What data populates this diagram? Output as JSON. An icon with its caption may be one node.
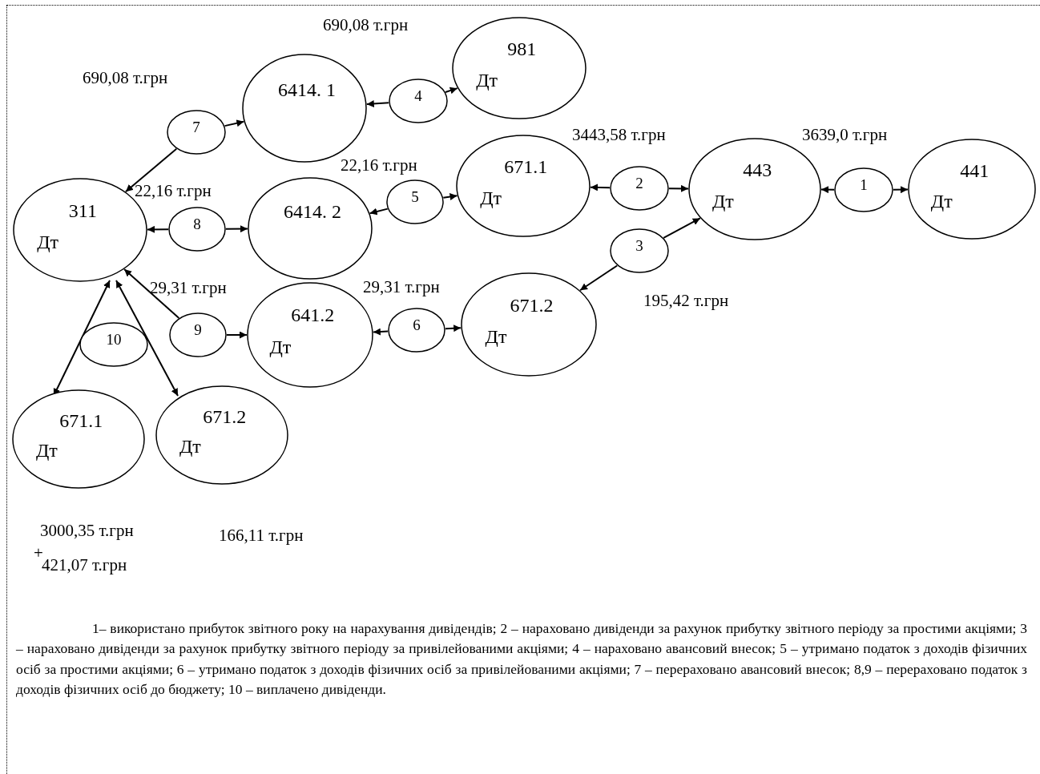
{
  "diagram": {
    "nodes": [
      {
        "text": [
          "981",
          "Дт"
        ]
      },
      {
        "text": [
          "7"
        ]
      },
      {
        "text": [
          "6414. 1"
        ]
      },
      {
        "text": [
          "4"
        ]
      },
      {
        "text": [
          "311",
          "Дт"
        ]
      },
      {
        "text": [
          "8"
        ]
      },
      {
        "text": [
          "6414. 2"
        ]
      },
      {
        "text": [
          "5"
        ]
      },
      {
        "text": [
          "671.1",
          "Дт"
        ]
      },
      {
        "text": [
          "2"
        ]
      },
      {
        "text": [
          "443",
          "Дт"
        ]
      },
      {
        "text": [
          "1"
        ]
      },
      {
        "text": [
          "441",
          "Дт"
        ]
      },
      {
        "text": [
          "3"
        ]
      },
      {
        "text": [
          "9"
        ]
      },
      {
        "text": [
          "641.2",
          "Дт"
        ]
      },
      {
        "text": [
          "6"
        ]
      },
      {
        "text": [
          "671.2",
          "Дт"
        ]
      },
      {
        "text": [
          "10"
        ]
      },
      {
        "text": [
          "671.1",
          "Дт"
        ]
      },
      {
        "text": [
          "671.2",
          "Дт"
        ]
      }
    ],
    "edges": [
      {
        "from": 1,
        "to": 4,
        "arrow": "to"
      },
      {
        "from": 1,
        "to": 2,
        "arrow": "to"
      },
      {
        "from": 3,
        "to": 2,
        "arrow": "to"
      },
      {
        "from": 3,
        "to": 0,
        "arrow": "to"
      },
      {
        "from": 5,
        "to": 4,
        "arrow": "to"
      },
      {
        "from": 5,
        "to": 6,
        "arrow": "to"
      },
      {
        "from": 7,
        "to": 6,
        "arrow": "to"
      },
      {
        "from": 7,
        "to": 8,
        "arrow": "to"
      },
      {
        "from": 9,
        "to": 8,
        "arrow": "to"
      },
      {
        "from": 9,
        "to": 10,
        "arrow": "to"
      },
      {
        "from": 11,
        "to": 10,
        "arrow": "to"
      },
      {
        "from": 11,
        "to": 12,
        "arrow": "to"
      },
      {
        "from": 13,
        "to": 10,
        "arrow": "to"
      },
      {
        "from": 13,
        "to": 17,
        "arrow": "to"
      },
      {
        "from": 14,
        "to": 4,
        "arrow": "to"
      },
      {
        "from": 14,
        "to": 15,
        "arrow": "to"
      },
      {
        "from": 16,
        "to": 15,
        "arrow": "to"
      },
      {
        "from": 16,
        "to": 17,
        "arrow": "to"
      },
      {
        "from": 4,
        "to": 19,
        "arrow": "both"
      },
      {
        "from": 4,
        "to": 20,
        "arrow": "both"
      }
    ],
    "labels": [
      "690,08 т.грн",
      "690,08 т.грн",
      "3443,58 т.грн",
      "3639,0 т.грн",
      "22,16 т.грн",
      "22,16 т.грн",
      "29,31 т.грн",
      "29,31 т.грн",
      "195,42 т.грн",
      "3000,35 т.грн",
      "166,11 т.грн",
      "+",
      "421,07 т.грн",
      "1– використано прибуток звітного року на нарахування дивідендів; 2 – нараховано дивіденди за рахунок прибутку звітного періоду за простими акціями; 3 – нараховано дивіденди за рахунок прибутку звітного періоду за привілейованими акціями; 4 – нараховано авансовий внесок; 5 – утримано податок з доходів фізичних осіб за простими акціями; 6 – утримано податок з доходів фізичних осіб за привілейованими акціями; 7 – перераховано авансовий внесок; 8,9 – перераховано податок з доходів фізичних осіб до бюджету; 10 – виплачено дивіденди."
    ]
  }
}
